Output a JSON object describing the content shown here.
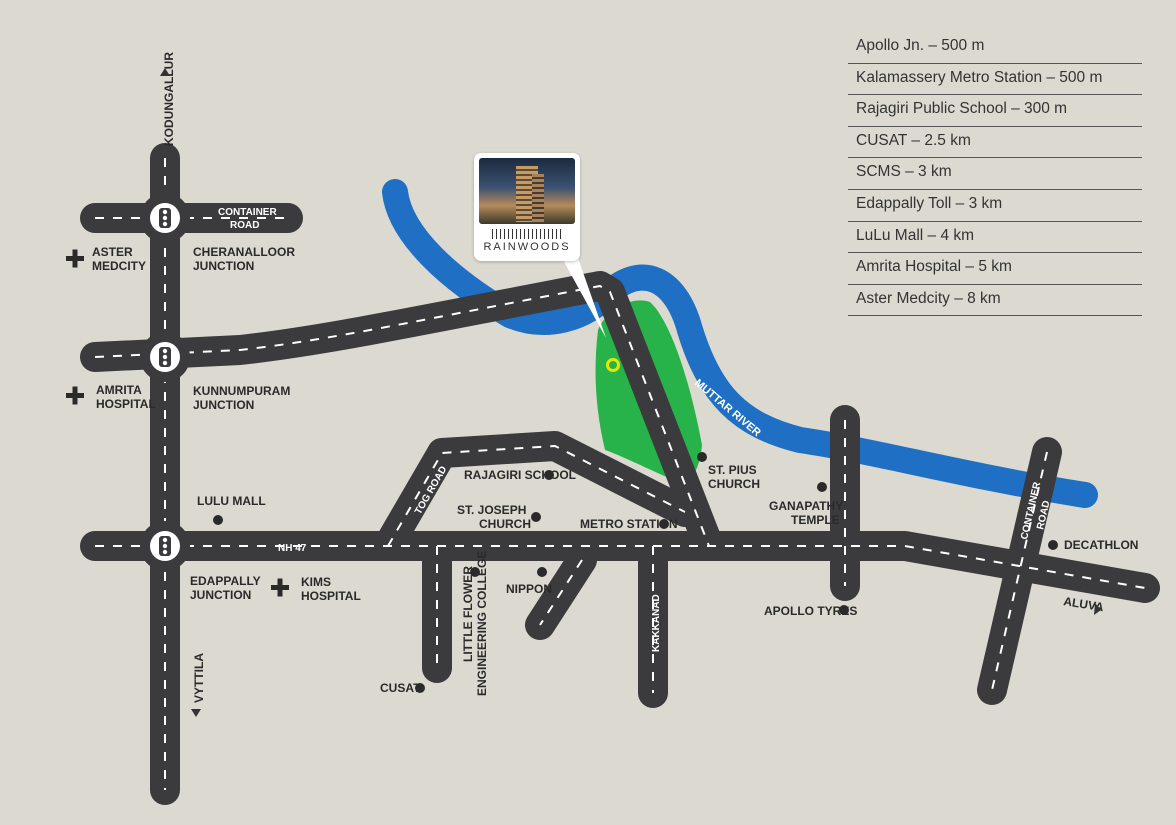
{
  "distances": [
    "Apollo Jn. – 500 m",
    "Kalamassery Metro Station – 500 m",
    "Rajagiri Public School – 300 m",
    "CUSAT – 2.5 km",
    "SCMS – 3 km",
    "Edappally Toll – 3 km",
    "LuLu Mall – 4 km",
    "Amrita Hospital – 5 km",
    "Aster Medcity – 8 km"
  ],
  "project": {
    "name": "RAINWOODS"
  },
  "river": {
    "name": "MUTTAR RIVER"
  },
  "roads": {
    "kodungallur": "KODUNGALLUR",
    "container_top_1": "CONTAINER",
    "container_top_2": "ROAD",
    "nh47": "NH 47",
    "tog": "TOG ROAD",
    "kakkanad": "KAKKANAD",
    "container_right_1": "CONTAINER",
    "container_right_2": "ROAD",
    "vyttila": "VYTTILA",
    "aluva": "ALUVA"
  },
  "junctions": {
    "cheranalloor_1": "CHERANALLOOR",
    "cheranalloor_2": "JUNCTION",
    "kunnumpuram_1": "KUNNUMPURAM",
    "kunnumpuram_2": "JUNCTION",
    "edappally_1": "EDAPPALLY",
    "edappally_2": "JUNCTION"
  },
  "hospitals": {
    "aster_1": "ASTER",
    "aster_2": "MEDCITY",
    "amrita_1": "AMRITA",
    "amrita_2": "HOSPITAL",
    "kims_1": "KIMS",
    "kims_2": "HOSPITAL"
  },
  "landmarks": {
    "lulu": "LULU MALL",
    "rajagiri": "RAJAGIRI SCHOOL",
    "stjoseph_1": "ST. JOSEPH",
    "stjoseph_2": "CHURCH",
    "metro": "METRO STATION",
    "stpius_1": "ST. PIUS",
    "stpius_2": "CHURCH",
    "ganapathy_1": "GANAPATHY",
    "ganapathy_2": "TEMPLE",
    "decathlon": "DECATHLON",
    "nippon": "NIPPON",
    "apollo": "APOLLO TYRES",
    "cusat": "CUSAT",
    "littleflower_1": "LITTLE FLOWER",
    "littleflower_2": "ENGINEERING COLLEGE"
  },
  "colors": {
    "background": "#dcdad0",
    "road": "#3b3b3d",
    "river": "#1f6fc4",
    "park": "#27b34a",
    "marker": "#e6e600"
  }
}
